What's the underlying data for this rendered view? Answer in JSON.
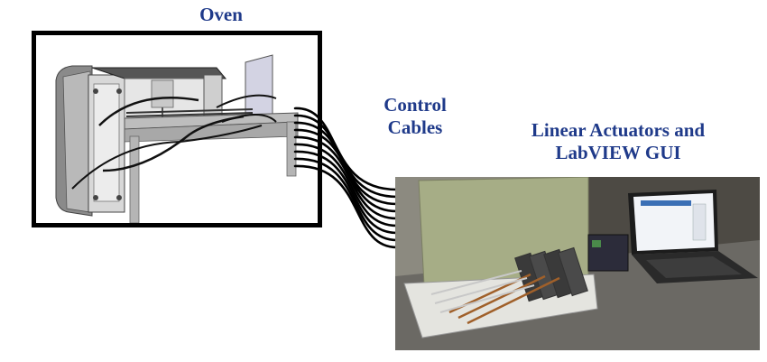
{
  "labels": {
    "oven": "Oven",
    "cables_line1": "Control",
    "cables_line2": "Cables",
    "actuators_line1": "Linear Actuators and",
    "actuators_line2": "LabVIEW GUI"
  },
  "colors": {
    "label_text": "#1f3a8a",
    "frame_border": "#000000",
    "cable": "#000000"
  }
}
